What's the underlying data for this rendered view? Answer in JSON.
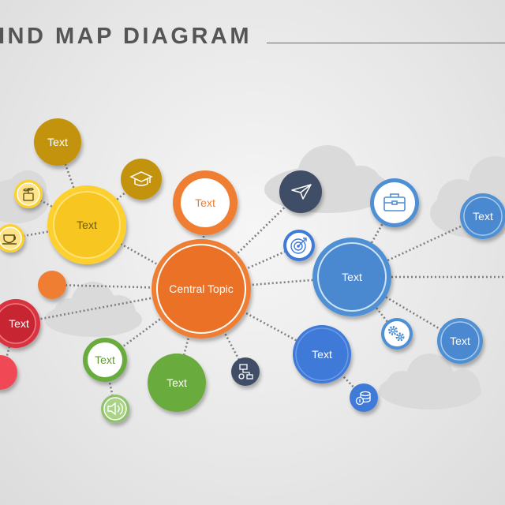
{
  "title": "IND MAP DIAGRAM",
  "central": {
    "label": "Central Topic"
  },
  "nodes": {
    "gold_top": "Text",
    "yellow_big": "Text",
    "orange_ring": "Text",
    "red_left": "Text",
    "green_ring": "Text",
    "green_solid": "Text",
    "blue_main": "Text",
    "blue_solid": "Text",
    "blue_right_top": "Text",
    "blue_right_bottom": "Text"
  },
  "icons": [
    "plant-pot-icon",
    "coffee-cup-icon",
    "graduation-cap-icon",
    "paper-plane-icon",
    "target-icon",
    "briefcase-icon",
    "gears-icon",
    "coins-icon",
    "flowchart-icon",
    "speaker-icon"
  ],
  "colors": {
    "central": "#ef7d31",
    "gold": "#c4930a",
    "yellow": "#fdd02f",
    "red": "#d9333f",
    "green": "#6aab3e",
    "blue": "#4f8fd4",
    "royal_blue": "#3f7ad9",
    "navy": "#3f4d66",
    "cloud": "#dadada",
    "connector": "#7f7f7f"
  }
}
